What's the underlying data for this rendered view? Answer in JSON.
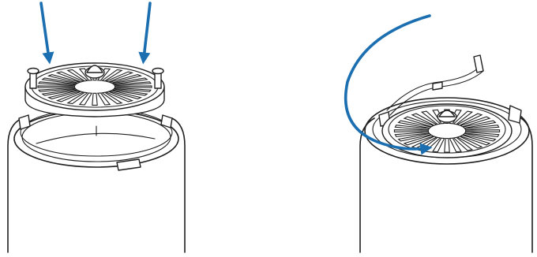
{
  "diagram": {
    "panels": [
      {
        "id": "left",
        "action": "press-down",
        "arrow_count": 2
      },
      {
        "id": "right",
        "action": "rotate",
        "arrow_count": 1
      }
    ],
    "colors": {
      "arrow": "#1b6fb0",
      "line": "#1f1f1f",
      "background": "#ffffff"
    },
    "icons": [
      "down-arrow-icon",
      "rotate-arrow-icon"
    ]
  }
}
